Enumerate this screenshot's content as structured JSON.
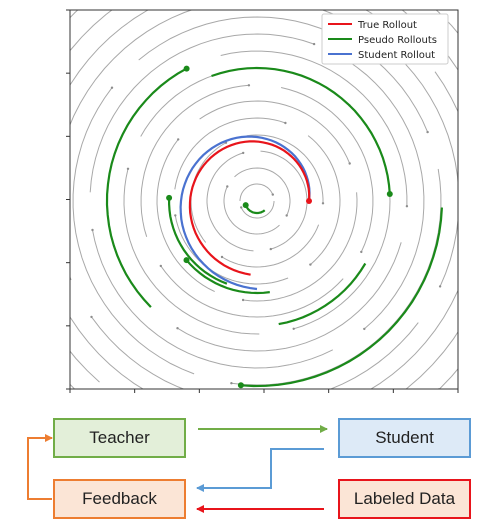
{
  "legend": {
    "true_rollout": "True Rollout",
    "pseudo_rollouts": "Pseudo Rollouts",
    "student_rollout": "Student Rollout"
  },
  "colors": {
    "true": "#e8141b",
    "pseudo": "#1a8a1a",
    "student": "#4a72d0",
    "field": "#9a9a9a",
    "teacher": "#71ad47",
    "student_box": "#5b9bd5",
    "feedback": "#ed7d31",
    "labeled": "#e8141b"
  },
  "flow": {
    "teacher": "Teacher",
    "student": "Student",
    "feedback": "Feedback",
    "labeled_data": "Labeled Data"
  }
}
